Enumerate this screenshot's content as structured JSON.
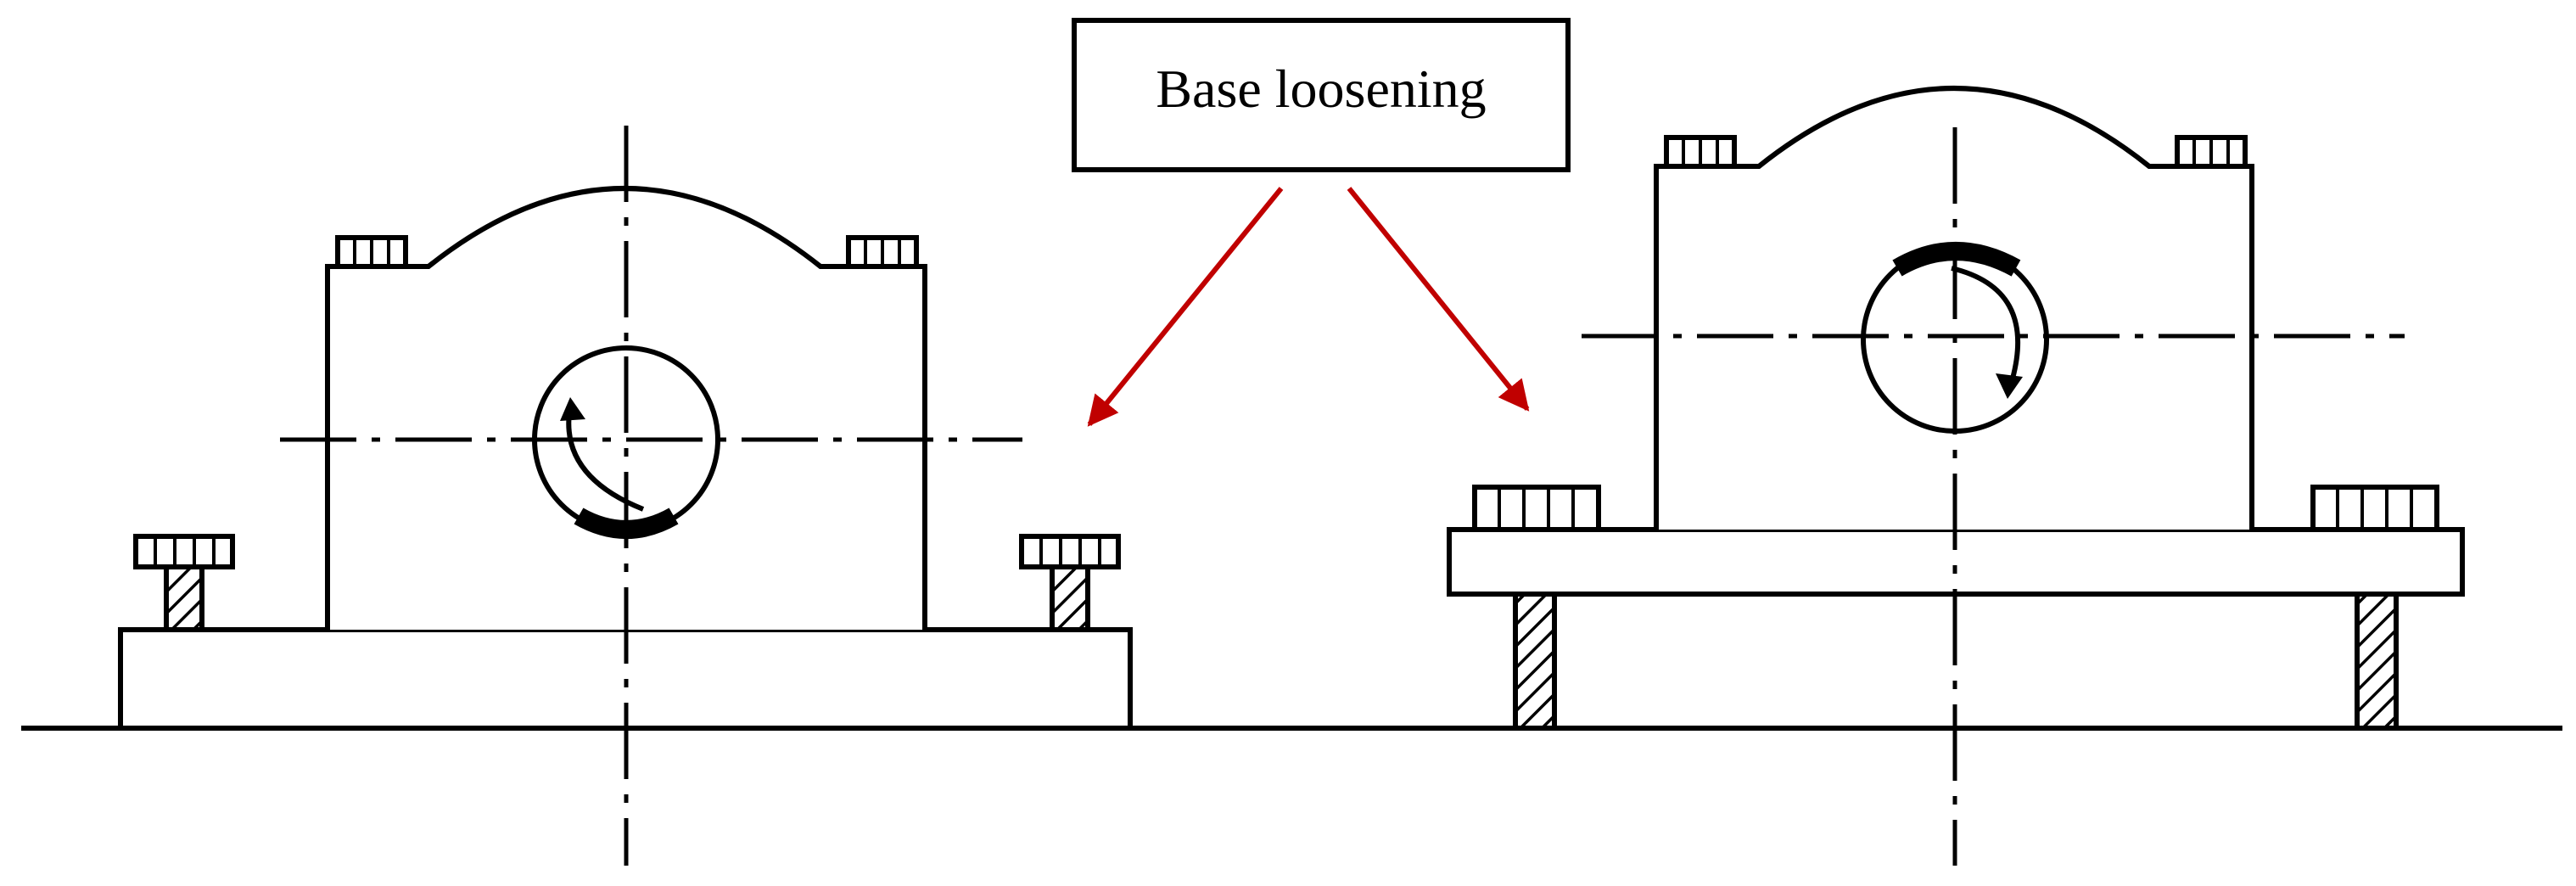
{
  "callout": {
    "label": "Base loosening",
    "arrow_color": "#c00000"
  },
  "figures": [
    {
      "name": "left-bearing-block",
      "state": "bolts loosened"
    },
    {
      "name": "right-bearing-block",
      "state": "base raised on studs"
    }
  ]
}
